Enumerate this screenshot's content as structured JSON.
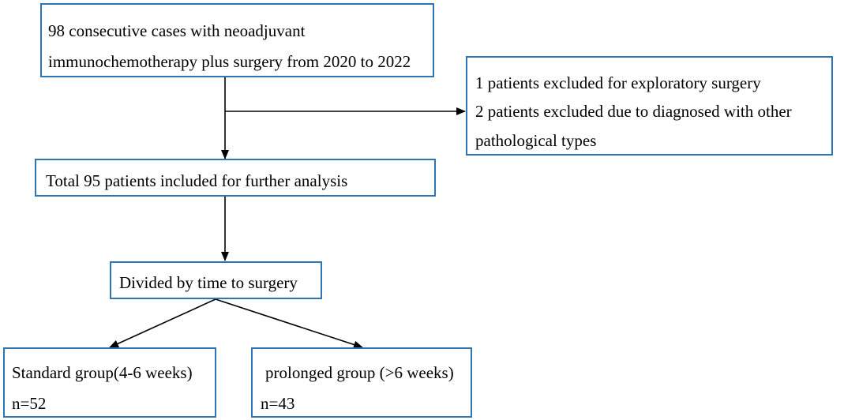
{
  "boxes": {
    "cases": {
      "lines": [
        "98 consecutive cases with neoadjuvant",
        "immunochemotherapy plus surgery from 2020 to 2022"
      ]
    },
    "excluded": {
      "lines": [
        "1 patients excluded for exploratory surgery",
        "2 patients excluded due to diagnosed with other",
        "pathological types"
      ]
    },
    "included": {
      "lines": [
        "Total 95 patients included for further analysis"
      ]
    },
    "divided": {
      "lines": [
        "Divided by time to surgery"
      ]
    },
    "standard": {
      "lines": [
        "Standard group(4-6 weeks)",
        "n=52"
      ]
    },
    "prolonged": {
      "lines": [
        "prolonged group (>6 weeks)",
        "n=43"
      ]
    }
  },
  "colors": {
    "box_border": "#2e75b6",
    "arrow": "#000000"
  }
}
